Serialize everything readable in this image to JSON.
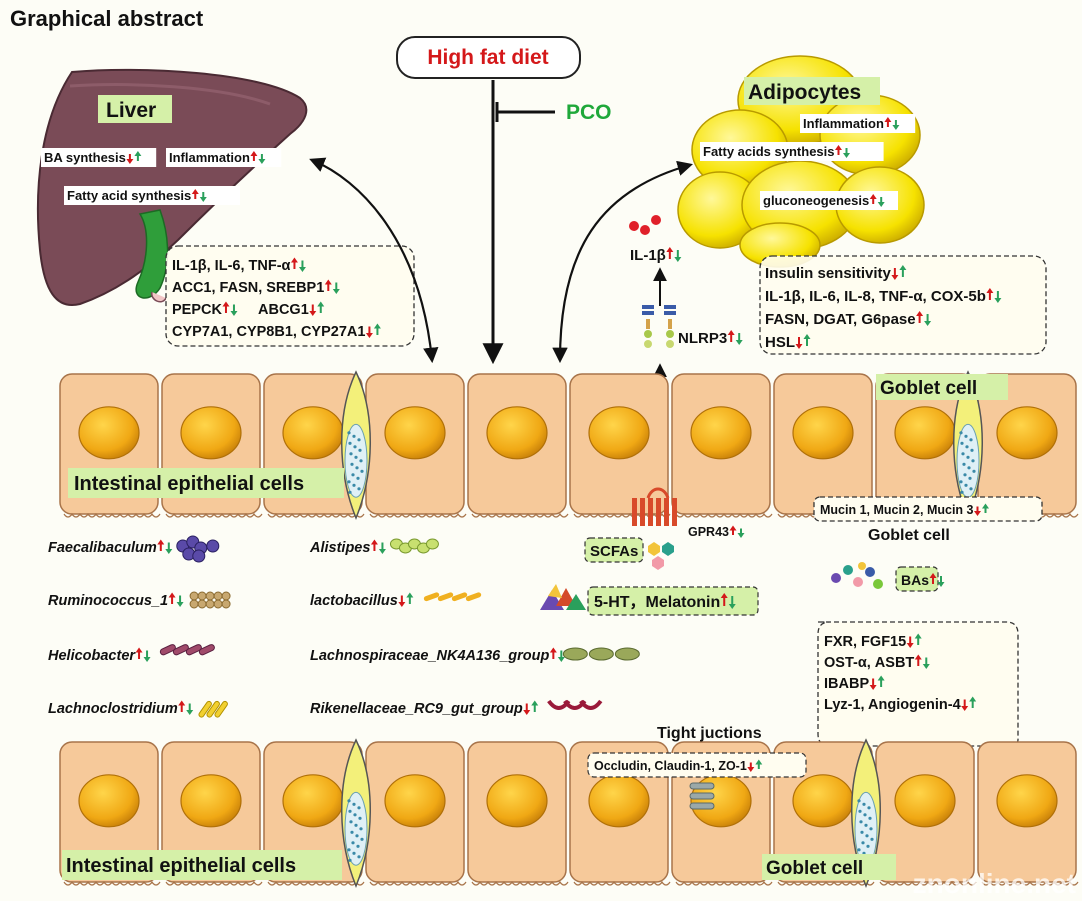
{
  "header": {
    "title": "Graphical abstract"
  },
  "diet": {
    "label": "High fat diet",
    "treatment": "PCO"
  },
  "liver": {
    "title": "Liver",
    "tags": [
      {
        "text": "BA synthesis",
        "dir": "down-up"
      },
      {
        "text": "Inflammation",
        "dir": "up-down"
      },
      {
        "text": "Fatty acid synthesis",
        "dir": "up-down"
      }
    ],
    "genes": [
      {
        "text": "IL-1β, IL-6, TNF-α",
        "dir": "up-down"
      },
      {
        "text": "ACC1, FASN, SREBP1",
        "dir": "up-down"
      },
      {
        "text": "PEPCK",
        "dir": "up-down"
      },
      {
        "text": "ABCG1",
        "dir": "down-up"
      },
      {
        "text": "CYP7A1, CYP8B1, CYP27A1",
        "dir": "down-up"
      }
    ]
  },
  "adipocytes": {
    "title": "Adipocytes",
    "tags": [
      {
        "text": "Inflammation",
        "dir": "up-down"
      },
      {
        "text": "Fatty acids synthesis",
        "dir": "up-down"
      },
      {
        "text": "gluconeogenesis",
        "dir": "up-down"
      }
    ],
    "genes": [
      {
        "text": "Insulin sensitivity",
        "dir": "down-up"
      },
      {
        "text": "IL-1β, IL-6, IL-8, TNF-α, COX-5b",
        "dir": "up-down"
      },
      {
        "text": "FASN, DGAT, G6pase",
        "dir": "up-down"
      },
      {
        "text": "HSL",
        "dir": "down-up"
      }
    ]
  },
  "inflammasome": {
    "il1b": {
      "text": "IL-1β",
      "dir": "up-down"
    },
    "nlrp3": {
      "text": "NLRP3",
      "dir": "up-down"
    },
    "gpr43": {
      "text": "GPR43",
      "dir": "up-down"
    }
  },
  "intestine": {
    "upper_label": "Intestinal epithelial cells",
    "lower_label": "Intestinal epithelial cells",
    "goblet_top": "Goblet cell",
    "goblet_bottom": "Goblet cell",
    "goblet_mid": "Goblet cell",
    "mucin": {
      "text": "Mucin 1, Mucin 2, Mucin 3",
      "dir": "down-up"
    },
    "tight_title": "Tight juctions",
    "tight": {
      "text": "Occludin, Claudin-1, ZO-1",
      "dir": "down-up"
    }
  },
  "microbes": [
    {
      "text": "Faecalibaculum",
      "dir": "up-down"
    },
    {
      "text": "Alistipes",
      "dir": "up-down"
    },
    {
      "text": "Ruminococcus_1",
      "dir": "up-down"
    },
    {
      "text": "lactobacillus",
      "dir": "down-up"
    },
    {
      "text": "Helicobacter",
      "dir": "up-down"
    },
    {
      "text": "Lachnospiraceae_NK4A136_group",
      "dir": "up-down"
    },
    {
      "text": "Lachnoclostridium",
      "dir": "up-down"
    },
    {
      "text": "Rikenellaceae_RC9_gut_group",
      "dir": "down-up"
    }
  ],
  "metabolites": {
    "scfas": {
      "text": "SCFAs",
      "dir": "none"
    },
    "serotonin": {
      "text": "5-HT，Melatonin",
      "dir": "up-down"
    },
    "bas": {
      "text": "BAs",
      "dir": "up-down"
    }
  },
  "bile_genes": [
    {
      "text": "FXR, FGF15",
      "dir": "down-up"
    },
    {
      "text": "OST-α, ASBT",
      "dir": "up-down"
    },
    {
      "text": "IBABP",
      "dir": "down-up"
    },
    {
      "text": "Lyz-1, Angiogenin-4",
      "dir": "down-up"
    }
  ],
  "watermark": "znonline.net",
  "colors": {
    "up": "#d4181a",
    "down": "#2aa05c",
    "label_bg": "#d5f0a8",
    "cell": "#f6c99a",
    "nucleus": "#f0a814",
    "goblet": "#f3f07a",
    "liver": "#7a4b57",
    "diet_red": "#d4181a",
    "pco_green": "#1fa83a"
  }
}
